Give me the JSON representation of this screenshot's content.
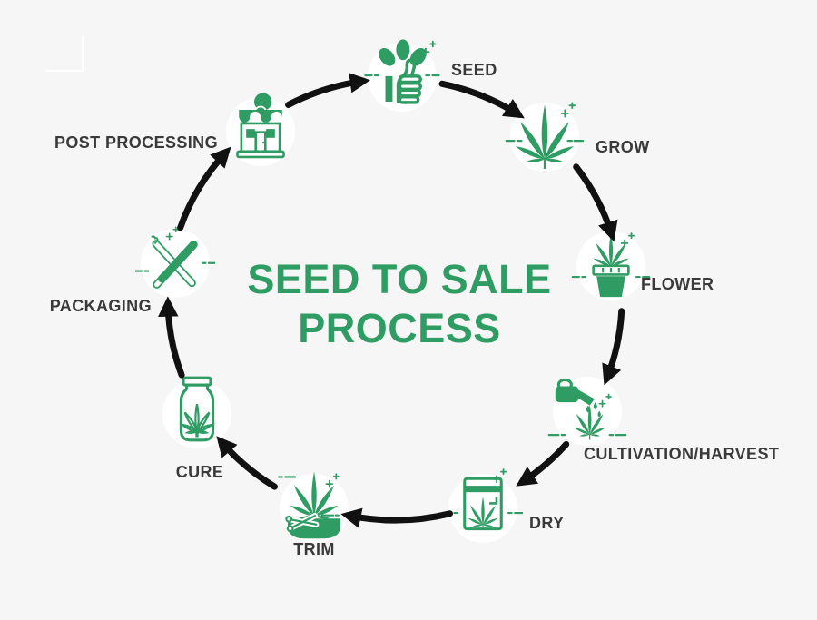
{
  "background_color": "#f6f6f6",
  "accent_green": "#2f9d63",
  "label_color": "#3a3a3a",
  "arrow_color": "#111111",
  "title": {
    "line1": "SEED TO SALE",
    "line2": "PROCESS"
  },
  "nodes": [
    {
      "id": "seed",
      "label": "SEED",
      "icon": "thumbs-up-sprout-icon"
    },
    {
      "id": "grow",
      "label": "GROW",
      "icon": "cannabis-leaf-icon"
    },
    {
      "id": "flower",
      "label": "FLOWER",
      "icon": "potted-cannabis-plant-icon"
    },
    {
      "id": "cultivation",
      "label": "CULTIVATION/HARVEST",
      "icon": "watering-can-icon"
    },
    {
      "id": "dry",
      "label": "DRY",
      "icon": "dry-bag-leaf-icon"
    },
    {
      "id": "trim",
      "label": "TRIM",
      "icon": "trim-tray-scissors-icon"
    },
    {
      "id": "cure",
      "label": "CURE",
      "icon": "cure-jar-icon"
    },
    {
      "id": "packaging",
      "label": "PACKAGING",
      "icon": "crossed-prerolls-icon"
    },
    {
      "id": "post_processing",
      "label": "POST PROCESSING",
      "icon": "storefront-icon"
    }
  ],
  "flow": [
    "SEED",
    "GROW",
    "FLOWER",
    "CULTIVATION/HARVEST",
    "DRY",
    "TRIM",
    "CURE",
    "PACKAGING",
    "POST PROCESSING"
  ]
}
